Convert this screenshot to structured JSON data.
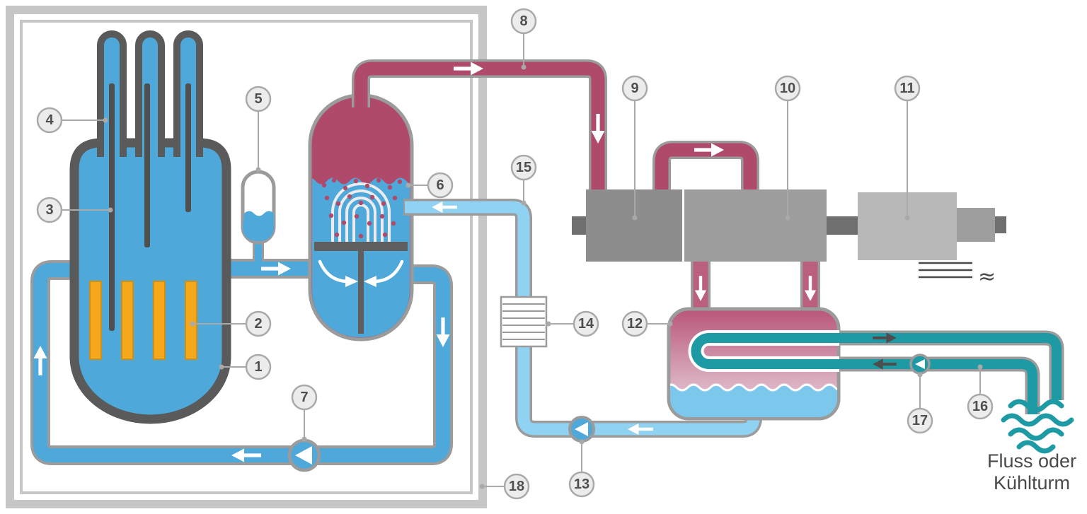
{
  "labels": {
    "l1": "1",
    "l2": "2",
    "l3": "3",
    "l4": "4",
    "l5": "5",
    "l6": "6",
    "l7": "7",
    "l8": "8",
    "l9": "9",
    "l10": "10",
    "l11": "11",
    "l12": "12",
    "l13": "13",
    "l14": "14",
    "l15": "15",
    "l16": "16",
    "l17": "17",
    "l18": "18"
  },
  "river_label": {
    "line1": "Fluss oder",
    "line2": "Kühlturm"
  },
  "symbols": {
    "approx": "≈"
  },
  "colors": {
    "containment": "#c6c6c6",
    "vessel_outline": "#5a5a5a",
    "primary_water": "#4fa8da",
    "feedwater": "#8fd2f2",
    "steam": "#b04a6b",
    "cooling_water": "#1d9aa4",
    "fuel_rods": "#f5a81c",
    "turbine_hp": "#8d8d8d",
    "turbine_lp": "#9d9d9d",
    "generator": "#b8b8b8",
    "label_ring": "#a9a9a9"
  }
}
